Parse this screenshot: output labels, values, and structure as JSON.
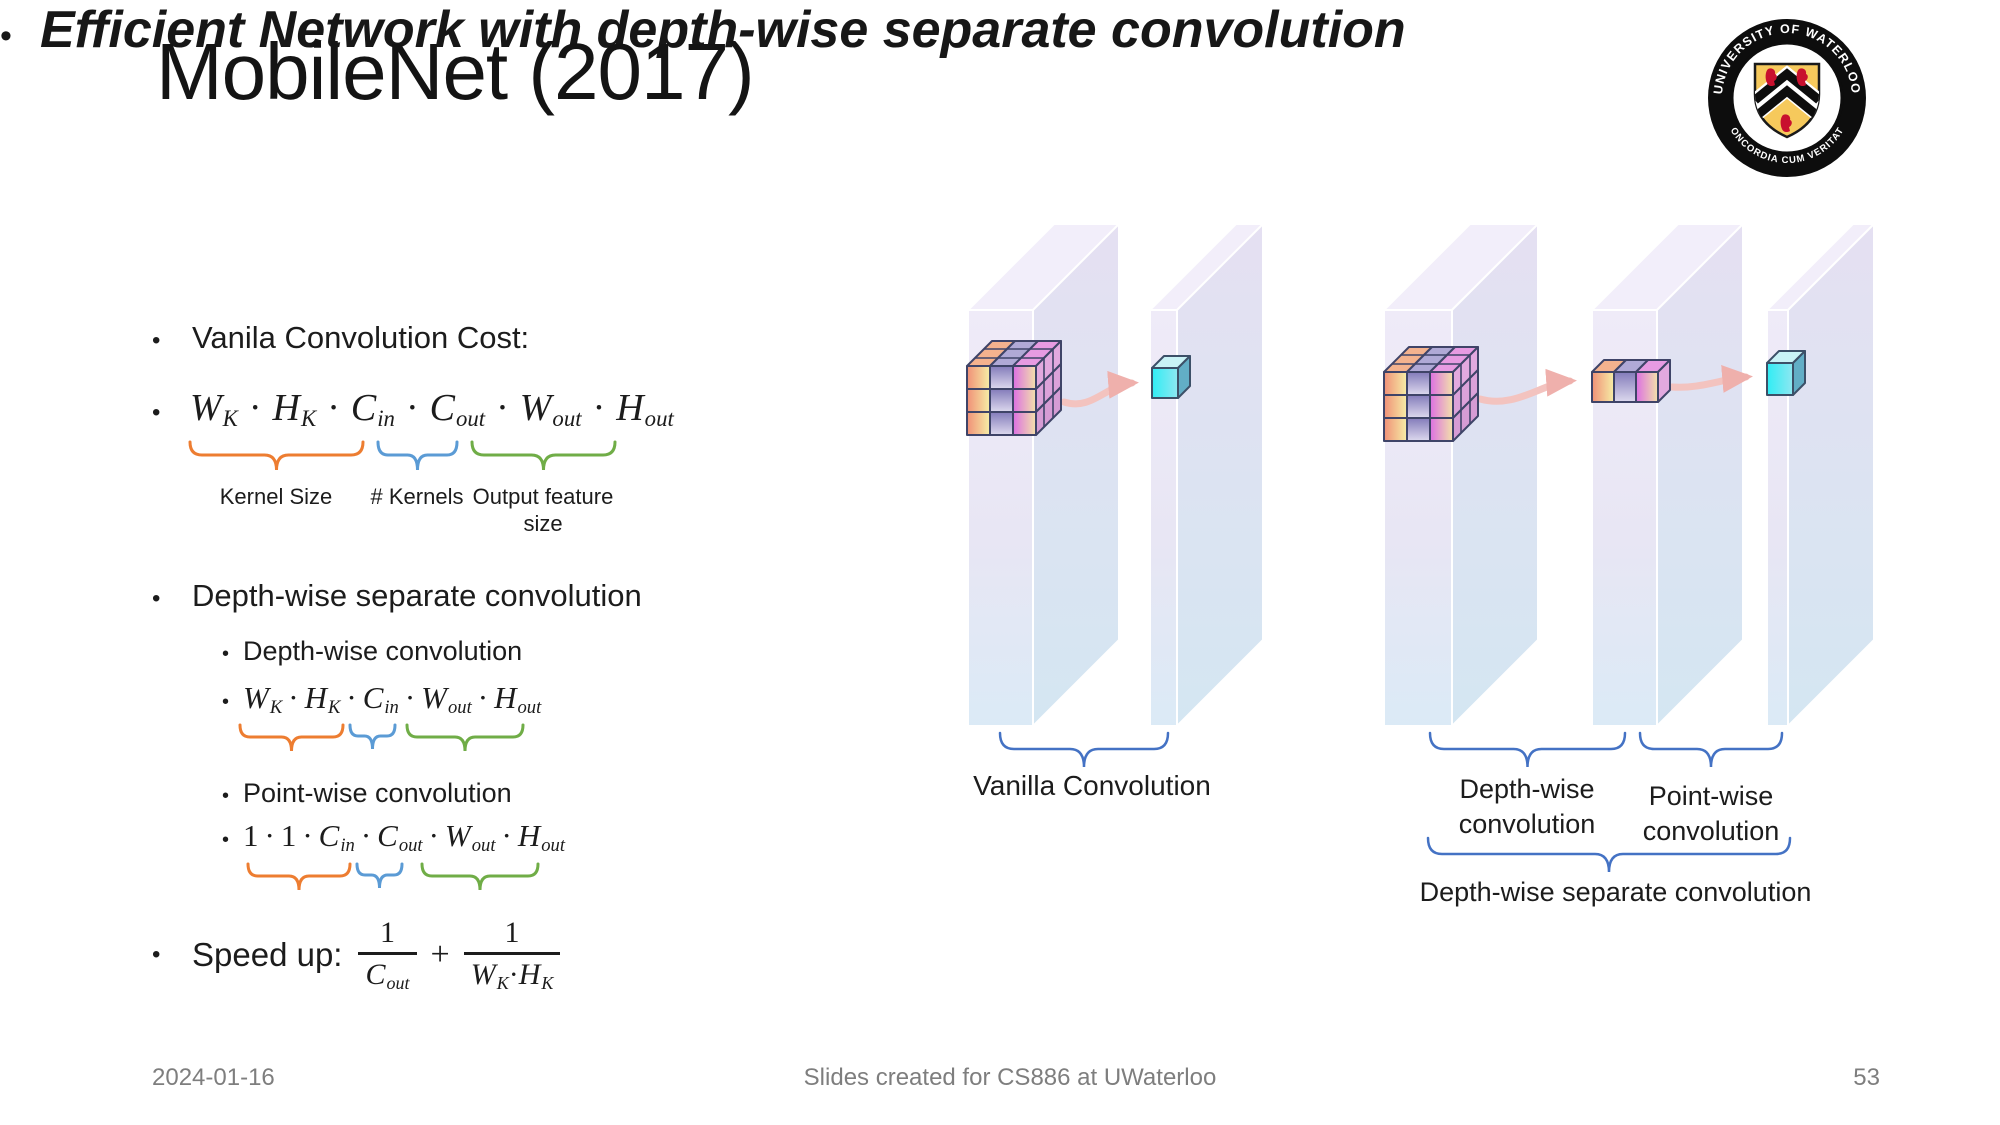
{
  "ui": {
    "bullet": "•"
  },
  "slide": {
    "title": "MobileNet (2017)",
    "main_bullet": "Efficient Network with depth-wise separate convolution",
    "footer": {
      "date": "2024-01-16",
      "center": "Slides created for CS886 at UWaterloo",
      "page": "53"
    }
  },
  "logo": {
    "top_text": "UNIVERSITY OF WATERLOO",
    "bottom_text": "CONCORDIA CUM VERITATE"
  },
  "content": {
    "vanilla_heading": "Vanila Convolution Cost:",
    "dwsep_heading": "Depth-wise separate convolution",
    "dw_sub": "Depth-wise convolution",
    "pw_sub": "Point-wise convolution",
    "speedup_label": "Speed up:",
    "ann1": {
      "kernel": "Kernel Size",
      "kernels": "# Kernels",
      "output_line1": "Output feature",
      "output_line2": "size"
    }
  },
  "math": {
    "dot": "·",
    "f1": [
      {
        "v": "W",
        "s": "K"
      },
      {
        "v": "H",
        "s": "K"
      },
      {
        "v": "C",
        "s": "in"
      },
      {
        "v": "C",
        "s": "out"
      },
      {
        "v": "W",
        "s": "out"
      },
      {
        "v": "H",
        "s": "out"
      }
    ],
    "f2": [
      {
        "v": "W",
        "s": "K"
      },
      {
        "v": "H",
        "s": "K"
      },
      {
        "v": "C",
        "s": "in"
      },
      {
        "v": "W",
        "s": "out"
      },
      {
        "v": "H",
        "s": "out"
      }
    ],
    "f3": [
      {
        "v": "1",
        "s": ""
      },
      {
        "v": "1",
        "s": ""
      },
      {
        "v": "C",
        "s": "in"
      },
      {
        "v": "C",
        "s": "out"
      },
      {
        "v": "W",
        "s": "out"
      },
      {
        "v": "H",
        "s": "out"
      }
    ],
    "speedup": {
      "num1": "1",
      "den1": {
        "v": "C",
        "s": "out"
      },
      "plus": "+",
      "num2": "1",
      "den2": [
        {
          "v": "W",
          "s": "K"
        },
        {
          "v": "H",
          "s": "K"
        }
      ],
      "dot": "·"
    }
  },
  "diagram": {
    "vanilla_label": "Vanilla Convolution",
    "dw_label_line1": "Depth-wise",
    "dw_label_line2": "convolution",
    "pw_label_line1": "Point-wise",
    "pw_label_line2": "convolution",
    "dwsep_label": "Depth-wise separate convolution"
  },
  "colors": {
    "brace_orange": "#ED7D31",
    "brace_blue": "#5B9BD5",
    "brace_green": "#70AD47",
    "diagram_brace": "#4472C4",
    "arrow_pink": "#F3C3BF",
    "cyan_cube": "#35EDF2",
    "slab_lavender": "#EDE9F7",
    "slab_blue": "#DBEAF6"
  }
}
